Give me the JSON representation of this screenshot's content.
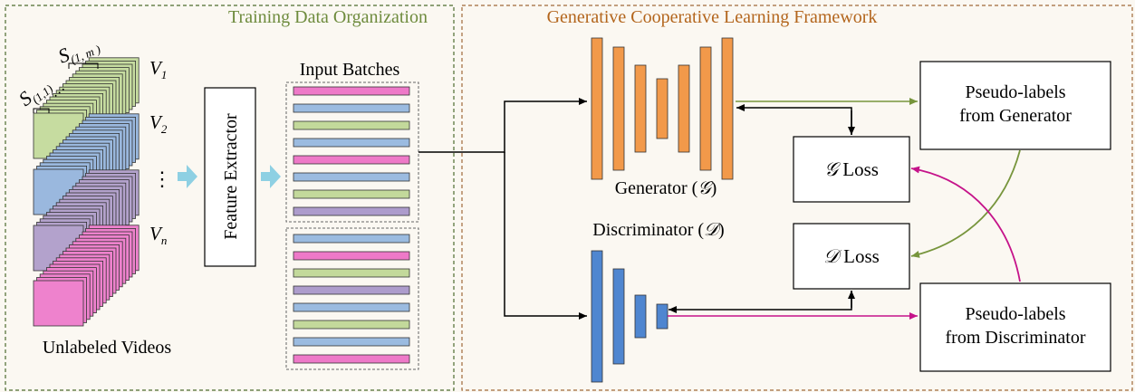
{
  "sections": {
    "training_title": "Training Data Organization",
    "framework_title": "Generative Cooperative Learning Framework"
  },
  "videos": {
    "caption": "Unlabeled Videos",
    "segment_first": "S",
    "segment_first_sub": "(1,1)",
    "segment_last": "S",
    "segment_last_sub": "(1, m )",
    "v1": "V",
    "v1_sub": "1",
    "v2": "V",
    "v2_sub": "2",
    "vn": "V",
    "vn_sub": "n",
    "ellipsis_vertical": "⋮",
    "ellipsis_horizontal": "…"
  },
  "feature_extractor": "Feature Extractor",
  "input_batches": "Input Batches",
  "generator": {
    "label_text": "Generator (",
    "symbol": "𝒢",
    "label_close": ")",
    "loss_symbol": "𝒢",
    "loss_text": " Loss"
  },
  "discriminator": {
    "label_text": "Discriminator (",
    "symbol": "𝒟",
    "label_close": ")",
    "loss_symbol": "𝒟",
    "loss_text": " Loss"
  },
  "pseudo_gen": {
    "line1": "Pseudo-labels",
    "line2": "from Generator"
  },
  "pseudo_disc": {
    "line1": "Pseudo-labels",
    "line2": "from Discriminator"
  },
  "colors": {
    "background": "#fbf8f2",
    "training_title": "#6e8b3d",
    "framework_title": "#b3651c",
    "training_border": "#4d6b2e",
    "framework_border": "#a06a3a",
    "green_video": "#c6dca0",
    "blue_video": "#9ab8de",
    "purple_video": "#b3a2cc",
    "pink_video": "#ee82cd",
    "bar_pink": "#ee79c8",
    "bar_blue": "#9bbbe0",
    "bar_green": "#c3d99b",
    "bar_purple": "#ad9ccc",
    "generator": "#f2994a",
    "discriminator": "#4f86d0",
    "arrow_green": "#77953c",
    "arrow_magenta": "#c5138a",
    "arrow_cyan": "#8ed0e3"
  },
  "batches": {
    "top": [
      "pink",
      "blue",
      "green",
      "blue",
      "pink",
      "blue",
      "green",
      "purple"
    ],
    "bottom": [
      "blue",
      "pink",
      "green",
      "purple",
      "blue",
      "green",
      "blue",
      "pink"
    ]
  }
}
